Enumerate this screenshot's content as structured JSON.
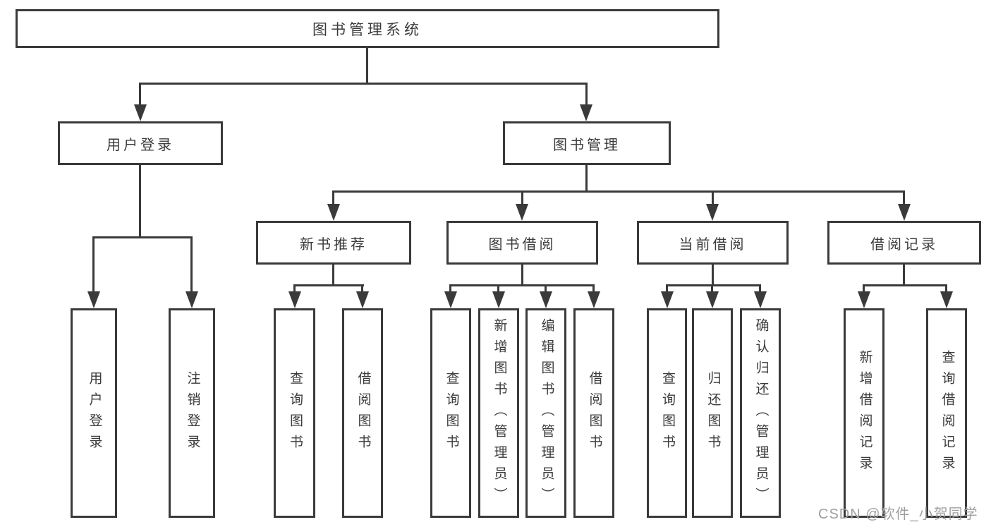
{
  "tree": {
    "root": "图书管理系统",
    "branches": [
      {
        "label": "用户登录",
        "children": [
          "用户登录",
          "注销登录"
        ]
      },
      {
        "label": "图书管理"
      }
    ],
    "modules": [
      {
        "label": "新书推荐",
        "children": [
          "查询图书",
          "借阅图书"
        ]
      },
      {
        "label": "图书借阅",
        "children": [
          "查询图书",
          "新增图书（管理员）",
          "编辑图书（管理员）",
          "借阅图书"
        ]
      },
      {
        "label": "当前借阅",
        "children": [
          "查询图书",
          "归还图书",
          "确认归还（管理员）"
        ]
      },
      {
        "label": "借阅记录",
        "children": [
          "新增借阅记录",
          "查询借阅记录"
        ]
      }
    ]
  },
  "watermark": "CSDN @软件_小贺同学",
  "colors": {
    "line": "#3a3a3a",
    "text": "#3b3b3b",
    "watermark_text": "#9f9f9f",
    "background": "#ffffff"
  }
}
